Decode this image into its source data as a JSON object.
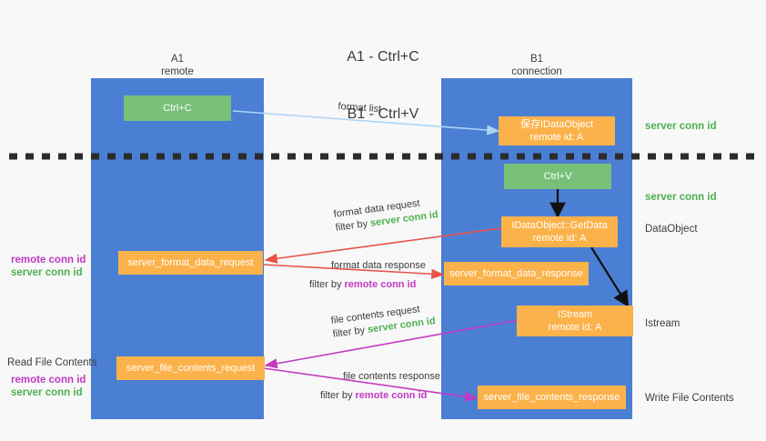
{
  "header": {
    "line1": "A1 - Ctrl+C",
    "line2": "B1 - Ctrl+V"
  },
  "lanes": [
    {
      "id": "a1",
      "title_line1": "A1",
      "title_line2": "remote"
    },
    {
      "id": "b1",
      "title_line1": "B1",
      "title_line2": "connection"
    }
  ],
  "nodes": {
    "ctrl_c": {
      "line1": "Ctrl+C",
      "line2": "",
      "color": "#78c07a"
    },
    "ctrl_v": {
      "line1": "Ctrl+V",
      "line2": "",
      "color": "#78c07a"
    },
    "save_idataobject": {
      "line1": "保存IDataObject",
      "line2": "remote id: A",
      "color": "#fbb24a"
    },
    "getdata": {
      "line1": "IDataObject::GetData",
      "line2": "remote id: A",
      "color": "#fbb24a"
    },
    "istream": {
      "line1": "IStream",
      "line2": "remote id: A",
      "color": "#fbb24a"
    },
    "server_format_data_request": {
      "line1": "server_format_data_request",
      "line2": "",
      "color": "#fbb24a"
    },
    "server_format_data_response": {
      "line1": "server_format_data_response",
      "line2": "",
      "color": "#fbb24a"
    },
    "server_file_contents_request": {
      "line1": "server_file_contents_request",
      "line2": "",
      "color": "#fbb24a"
    },
    "server_file_contents_response": {
      "line1": "server_file_contents_response",
      "line2": "",
      "color": "#fbb24a"
    }
  },
  "right_labels": {
    "server_conn_id_1": "server conn id",
    "server_conn_id_2": "server conn id",
    "dataobject": "DataObject",
    "istream": "Istream",
    "write_file_contents": "Write File Contents"
  },
  "left_labels": {
    "remote_conn_id_1": "remote conn id",
    "server_conn_id_1": "server conn id",
    "read_file_contents": "Read File Contents",
    "remote_conn_id_2": "remote conn id",
    "server_conn_id_2": "server conn id"
  },
  "edges": [
    {
      "id": "format_list",
      "label": "format list",
      "filter_prefix": "",
      "filter_value": "",
      "color": "#aed4f5"
    },
    {
      "id": "format_data_request",
      "label": "format data request",
      "filter_prefix": "filter by ",
      "filter_value": "server conn id",
      "filter_color": "green",
      "color": "#e8534a"
    },
    {
      "id": "format_data_response",
      "label": "format data response",
      "filter_prefix": "filter by ",
      "filter_value": "remote conn id",
      "filter_color": "purple",
      "color": "#e8534a"
    },
    {
      "id": "file_contents_request",
      "label": "file contents request",
      "filter_prefix": "filter by ",
      "filter_value": "server conn id",
      "filter_color": "green",
      "color": "#c23ac2"
    },
    {
      "id": "file_contents_response",
      "label": "file contents response",
      "filter_prefix": "filter by ",
      "filter_value": "remote conn id",
      "filter_color": "purple",
      "color": "#c23ac2"
    }
  ],
  "colors": {
    "lane": "#4a7fd4",
    "orange": "#fbb24a",
    "green": "#78c07a",
    "green_text": "#4caf50",
    "purple_text": "#c23ac2",
    "red_arrow": "#e8534a",
    "magenta_arrow": "#c23ac2",
    "lightblue_arrow": "#aed4f5",
    "black_arrow": "#000000",
    "background": "#f8f8f8"
  }
}
